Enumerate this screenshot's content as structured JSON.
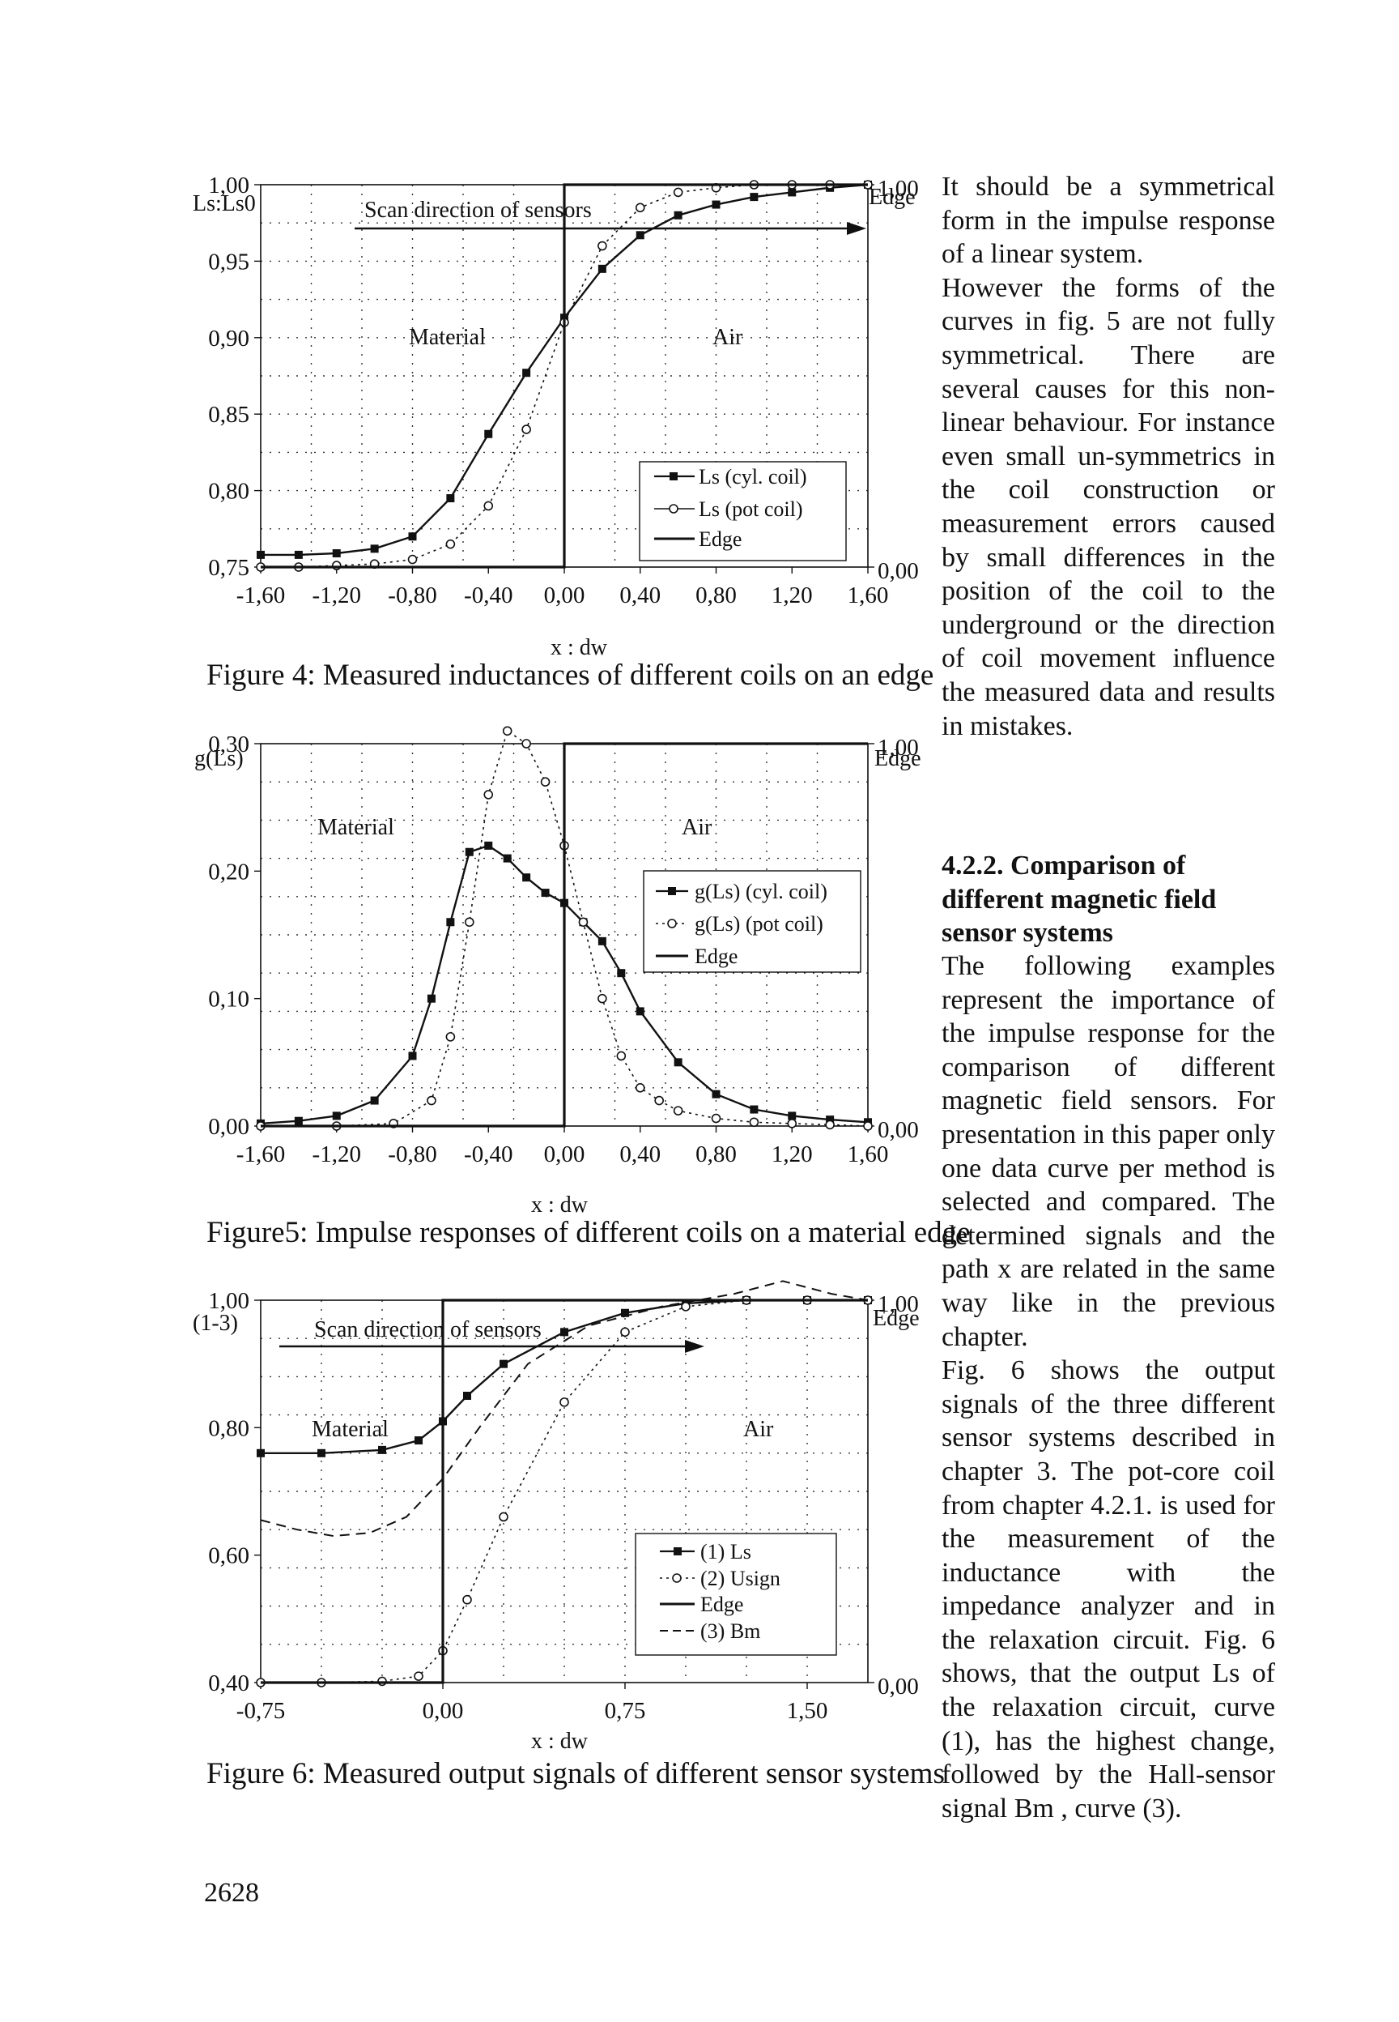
{
  "figures": [
    {
      "caption": "Figure 4: Measured inductances of different coils on an edge",
      "y_axis_label": "Ls:Ls0",
      "right_axis_label": "Edge",
      "x_axis_label": "x : dw",
      "annotation_scan": "Scan direction of sensors",
      "region_left": "Material",
      "region_right": "Air",
      "legend": [
        "Ls (cyl. coil)",
        "Ls (pot coil)",
        "Edge"
      ]
    },
    {
      "caption": "Figure5: Impulse responses of different coils on a material edge",
      "y_axis_label": "g(Ls)",
      "right_axis_label": "Edge",
      "x_axis_label": "x : dw",
      "region_left": "Material",
      "region_right": "Air",
      "legend": [
        "g(Ls) (cyl. coil)",
        "g(Ls) (pot coil)",
        "Edge"
      ]
    },
    {
      "caption": "Figure 6: Measured output signals of different sensor systems",
      "y_axis_label": "(1-3)",
      "right_axis_label": "Edge",
      "x_axis_label": "x : dw",
      "annotation_scan": "Scan direction of sensors",
      "region_left": "Material",
      "region_right": "Air",
      "legend": [
        "(1) Ls",
        "(2) Usign",
        "Edge",
        "(3) Bm"
      ]
    }
  ],
  "chart_data": [
    {
      "type": "line",
      "title": "Figure 4: Measured inductances of different coils on an edge",
      "xlabel": "x : dw",
      "ylabel": "Ls:Ls0",
      "y2label": "Edge",
      "xlim": [
        -1.6,
        1.6
      ],
      "ylim": [
        0.75,
        1.0
      ],
      "y2lim": [
        0.0,
        1.0
      ],
      "x_ticks": [
        "-1,60",
        "-1,20",
        "-0,80",
        "-0,40",
        "0,00",
        "0,40",
        "0,80",
        "1,20",
        "1,60"
      ],
      "y_ticks": [
        "1,00",
        "0,95",
        "0,90",
        "0,85",
        "0,80",
        "0,75"
      ],
      "y2_ticks": [
        "1,00",
        "0,00"
      ],
      "grid": true,
      "legend_position": "lower-right",
      "series": [
        {
          "name": "Ls (cyl. coil)",
          "marker": "filled-square",
          "color": "#111111",
          "x": [
            -1.6,
            -1.4,
            -1.2,
            -1.0,
            -0.8,
            -0.6,
            -0.4,
            -0.2,
            0.0,
            0.2,
            0.4,
            0.6,
            0.8,
            1.0,
            1.2,
            1.4,
            1.6
          ],
          "y": [
            0.758,
            0.758,
            0.759,
            0.762,
            0.77,
            0.795,
            0.837,
            0.877,
            0.913,
            0.945,
            0.967,
            0.98,
            0.987,
            0.992,
            0.995,
            0.998,
            1.0
          ]
        },
        {
          "name": "Ls (pot coil)",
          "marker": "open-circle",
          "color": "#111111",
          "x": [
            -1.6,
            -1.4,
            -1.2,
            -1.0,
            -0.8,
            -0.6,
            -0.4,
            -0.2,
            0.0,
            0.2,
            0.4,
            0.6,
            0.8,
            1.0,
            1.2,
            1.4,
            1.6
          ],
          "y": [
            0.75,
            0.75,
            0.751,
            0.752,
            0.755,
            0.765,
            0.79,
            0.84,
            0.91,
            0.96,
            0.985,
            0.995,
            0.998,
            1.0,
            1.0,
            1.0,
            1.0
          ]
        },
        {
          "name": "Edge",
          "axis": "right",
          "color": "#111111",
          "x": [
            -1.6,
            0.0,
            0.0,
            1.6
          ],
          "y": [
            0.0,
            0.0,
            1.0,
            1.0
          ]
        }
      ]
    },
    {
      "type": "line",
      "title": "Figure5: Impulse responses of different coils on a material edge",
      "xlabel": "x : dw",
      "ylabel": "g(Ls)",
      "y2label": "Edge",
      "xlim": [
        -1.6,
        1.6
      ],
      "ylim": [
        0.0,
        0.3
      ],
      "y2lim": [
        0.0,
        1.0
      ],
      "x_ticks": [
        "-1,60",
        "-1,20",
        "-0,80",
        "-0,40",
        "0,00",
        "0,40",
        "0,80",
        "1,20",
        "1,60"
      ],
      "y_ticks": [
        "0,30",
        "0,20",
        "0,10",
        "0,00"
      ],
      "y2_ticks": [
        "1,00",
        "0,00"
      ],
      "grid": true,
      "legend_position": "right",
      "series": [
        {
          "name": "g(Ls) (cyl. coil)",
          "marker": "filled-square",
          "color": "#111111",
          "x": [
            -1.6,
            -1.4,
            -1.2,
            -1.0,
            -0.8,
            -0.7,
            -0.6,
            -0.5,
            -0.4,
            -0.3,
            -0.2,
            -0.1,
            0.0,
            0.1,
            0.2,
            0.3,
            0.4,
            0.6,
            0.8,
            1.0,
            1.2,
            1.4,
            1.6
          ],
          "y": [
            0.002,
            0.004,
            0.008,
            0.02,
            0.055,
            0.1,
            0.16,
            0.215,
            0.22,
            0.21,
            0.195,
            0.183,
            0.175,
            0.16,
            0.145,
            0.12,
            0.09,
            0.05,
            0.025,
            0.013,
            0.008,
            0.005,
            0.003
          ]
        },
        {
          "name": "g(Ls) (pot coil)",
          "marker": "open-circle",
          "color": "#111111",
          "x": [
            -1.6,
            -1.2,
            -0.9,
            -0.7,
            -0.6,
            -0.5,
            -0.4,
            -0.3,
            -0.2,
            -0.1,
            0.0,
            0.1,
            0.2,
            0.3,
            0.4,
            0.5,
            0.6,
            0.8,
            1.0,
            1.2,
            1.4,
            1.6
          ],
          "y": [
            0.0,
            0.0,
            0.002,
            0.02,
            0.07,
            0.16,
            0.26,
            0.31,
            0.3,
            0.27,
            0.22,
            0.16,
            0.1,
            0.055,
            0.03,
            0.02,
            0.012,
            0.006,
            0.003,
            0.002,
            0.001,
            0.0
          ]
        },
        {
          "name": "Edge",
          "axis": "right",
          "color": "#111111",
          "x": [
            -1.6,
            0.0,
            0.0,
            1.6
          ],
          "y": [
            0.0,
            0.0,
            1.0,
            1.0
          ]
        }
      ]
    },
    {
      "type": "line",
      "title": "Figure 6: Measured output signals of different sensor systems",
      "xlabel": "x : dw",
      "ylabel": "(1-3)",
      "y2label": "Edge",
      "xlim": [
        -0.75,
        1.75
      ],
      "ylim": [
        0.4,
        1.0
      ],
      "y2lim": [
        0.0,
        1.0
      ],
      "x_ticks": [
        "-0,75",
        "0,00",
        "0,75",
        "1,50"
      ],
      "y_ticks": [
        "1,00",
        "0,80",
        "0,60",
        "0,40"
      ],
      "y2_ticks": [
        "1,00",
        "0,00"
      ],
      "grid": true,
      "legend_position": "lower-right",
      "series": [
        {
          "name": "(1) Ls",
          "marker": "filled-square",
          "color": "#111111",
          "x": [
            -0.75,
            -0.5,
            -0.25,
            -0.1,
            0.0,
            0.1,
            0.25,
            0.5,
            0.75,
            1.0,
            1.25,
            1.5,
            1.75
          ],
          "y": [
            0.76,
            0.76,
            0.765,
            0.78,
            0.81,
            0.85,
            0.9,
            0.95,
            0.98,
            0.995,
            1.0,
            1.0,
            1.0
          ]
        },
        {
          "name": "(2) Usign",
          "marker": "open-circle",
          "color": "#111111",
          "x": [
            -0.75,
            -0.5,
            -0.25,
            -0.1,
            0.0,
            0.1,
            0.25,
            0.5,
            0.75,
            1.0,
            1.25,
            1.5,
            1.75
          ],
          "y": [
            0.4,
            0.4,
            0.402,
            0.41,
            0.45,
            0.53,
            0.66,
            0.84,
            0.95,
            0.99,
            1.0,
            1.0,
            1.0
          ]
        },
        {
          "name": "(3) Bm",
          "style": "dashed",
          "color": "#111111",
          "x": [
            -0.75,
            -0.6,
            -0.45,
            -0.3,
            -0.15,
            0.0,
            0.15,
            0.35,
            0.6,
            0.9,
            1.2,
            1.4,
            1.6,
            1.75
          ],
          "y": [
            0.655,
            0.64,
            0.63,
            0.635,
            0.66,
            0.72,
            0.8,
            0.9,
            0.96,
            0.99,
            1.01,
            1.03,
            1.01,
            1.0
          ]
        },
        {
          "name": "Edge",
          "axis": "right",
          "color": "#111111",
          "x": [
            -0.75,
            0.0,
            0.0,
            1.75
          ],
          "y": [
            0.0,
            0.0,
            1.0,
            1.0
          ]
        }
      ]
    }
  ],
  "text": {
    "para1": "It should be a symmetrical form in the impulse response of a linear system.",
    "para2": "However the forms of the curves in fig. 5 are not fully symmetrical. There are several causes for this non-linear behaviour. For instance even small un-symmetrics in the coil construction or measurement errors caused by small differences in the position of the coil to the underground or the direction of coil movement influence the measured data and results in mistakes.",
    "heading": "4.2.2. Comparison of different magnetic field sensor systems",
    "para3": "The following examples represent the importance of the impulse response for the comparison of different magnetic field sensors. For presentation in this paper only one data curve per method is selected and compared. The determined signals and the path x are related in the same way like in the previous chapter.",
    "para4": "Fig. 6 shows the output signals of the three different sensor systems described in chapter 3. The pot-core coil from chapter 4.2.1. is used for the measurement of the inductance with the impedance analyzer and in the relaxation circuit. Fig. 6 shows, that the output Ls of the relaxation circuit, curve (1), has the highest change, followed by the Hall-sensor signal Bm , curve (3)."
  },
  "page_number": "2628"
}
